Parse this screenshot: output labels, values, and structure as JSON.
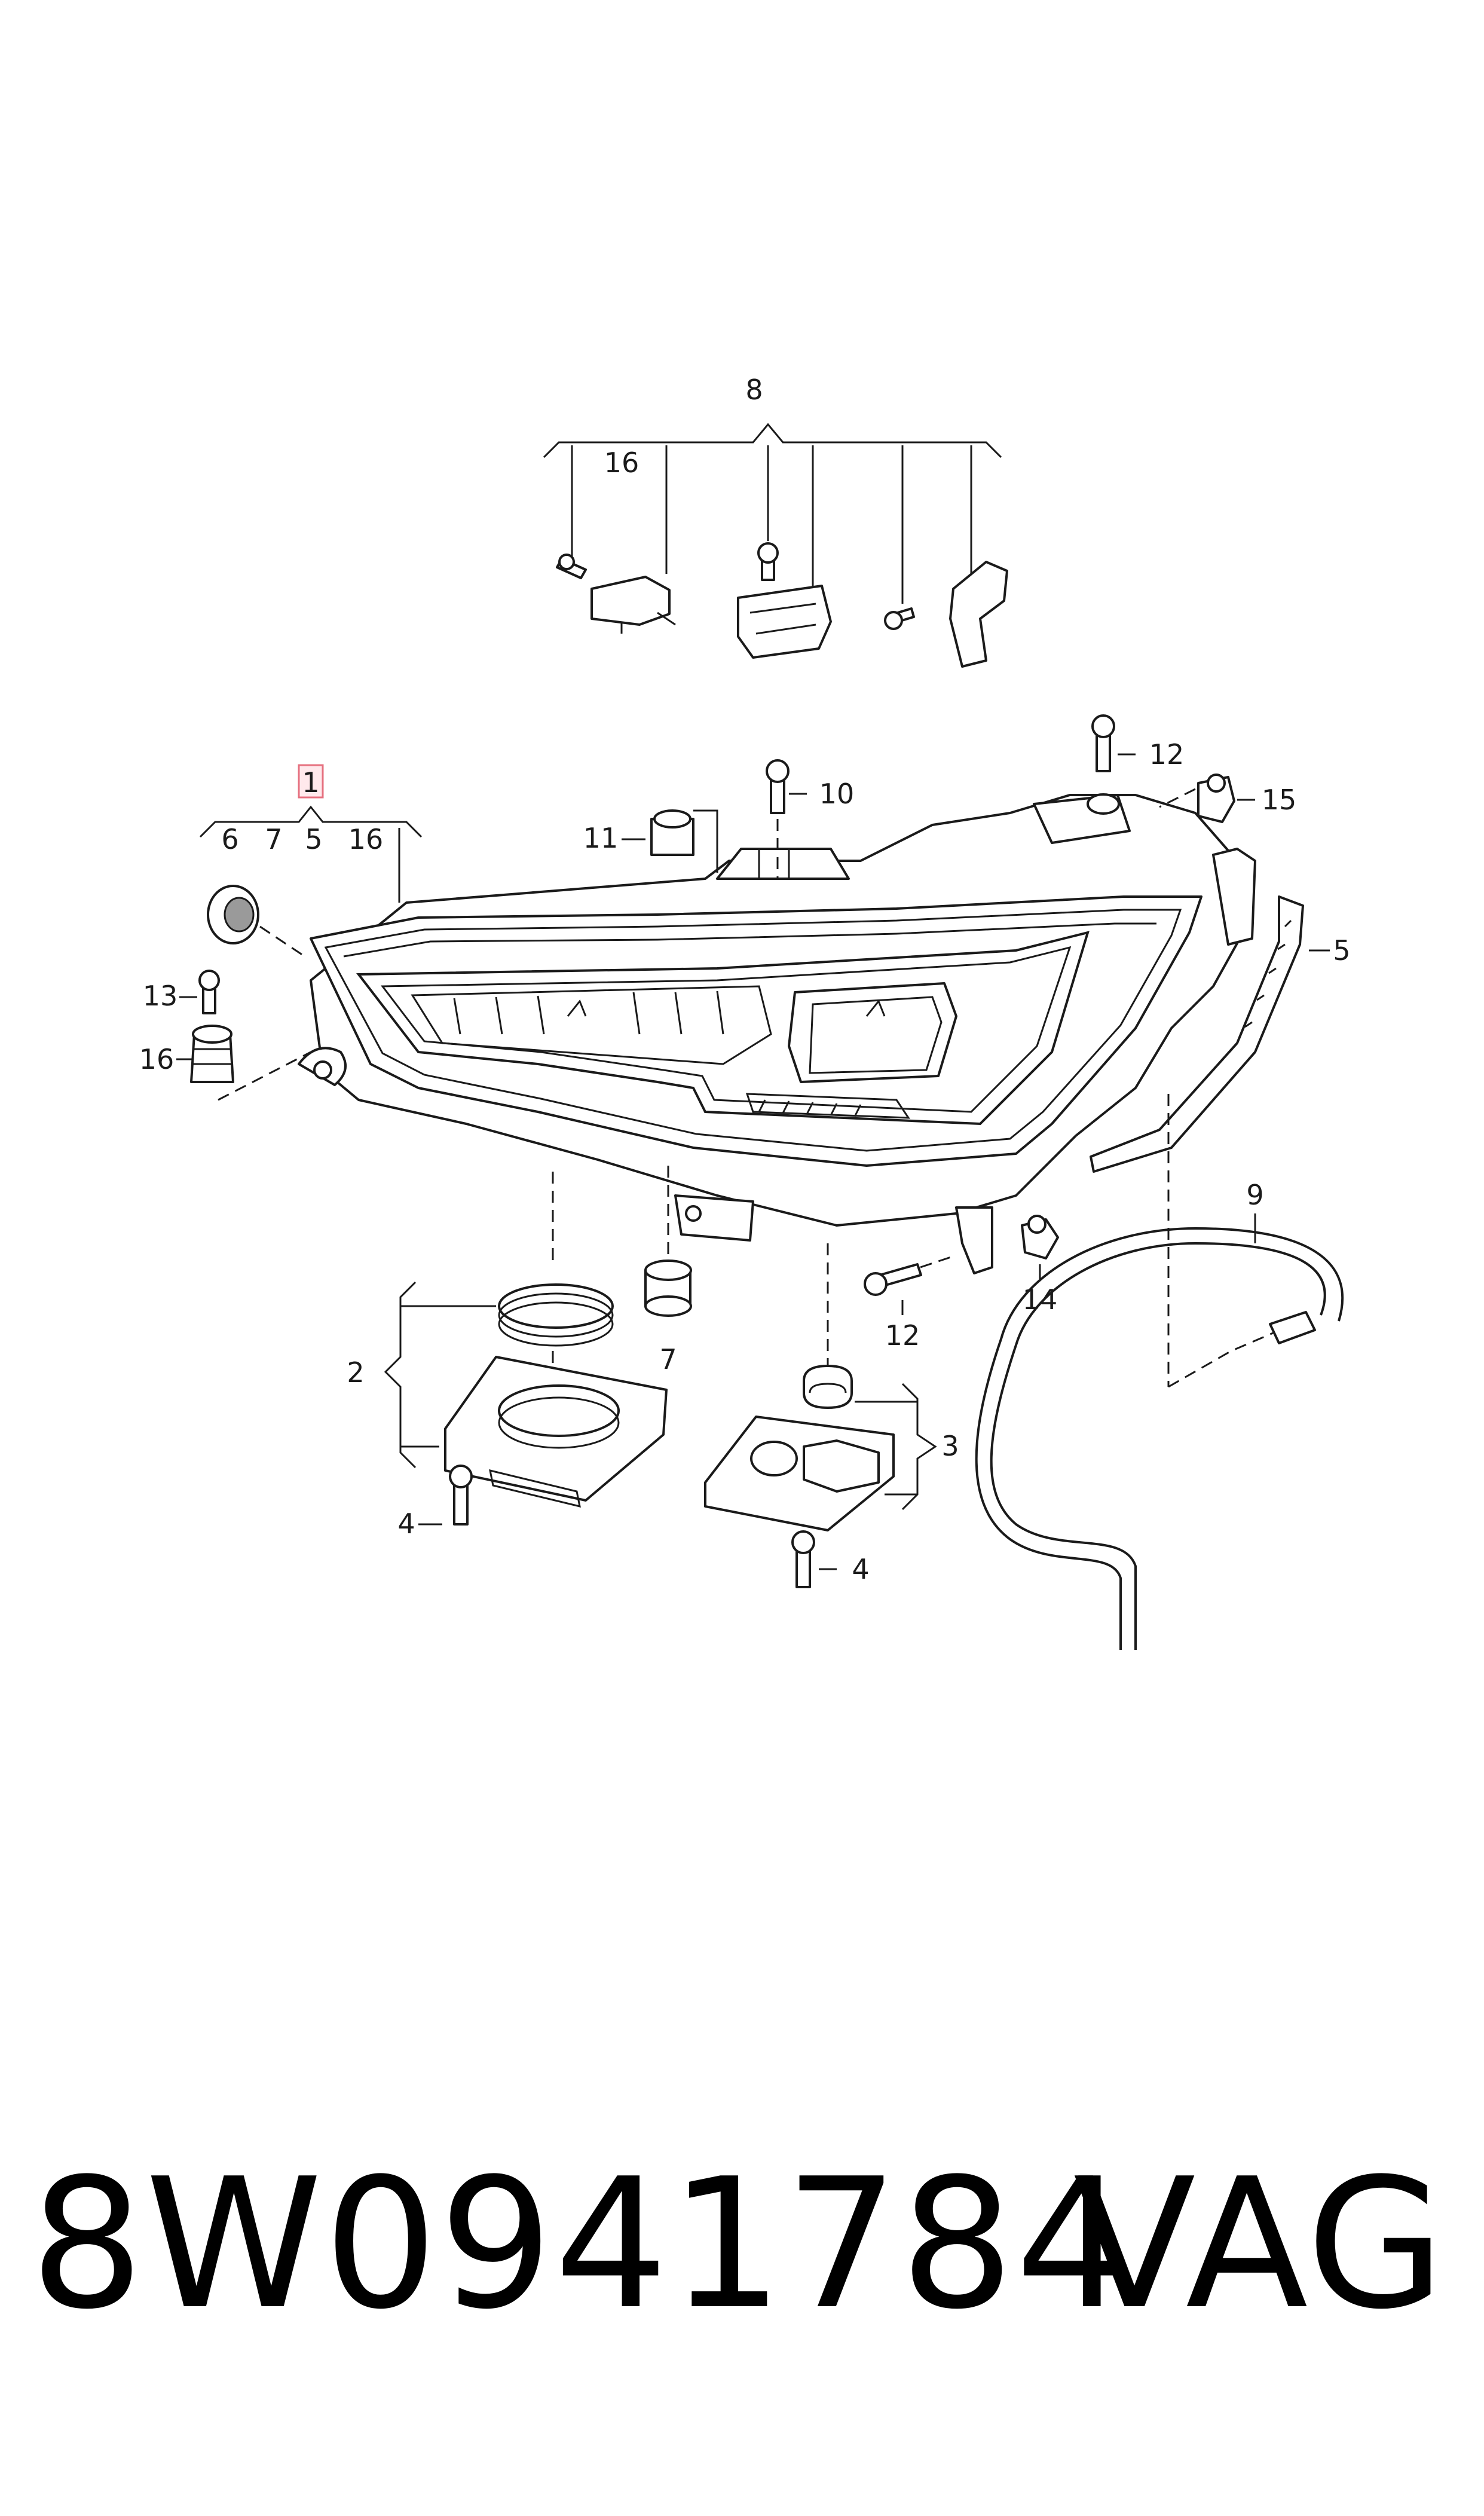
{
  "footer": {
    "part_number": "8W0941784",
    "brand": "VAG"
  },
  "callouts": {
    "c1": "1",
    "c1_6": "6",
    "c1_7": "7",
    "c1_5": "5",
    "c1_16": "16",
    "c2": "2",
    "c3": "3",
    "c4a": "4",
    "c4b": "4",
    "c5": "5",
    "c7": "7",
    "c8": "8",
    "c8_16": "16",
    "c9": "9",
    "c10": "10",
    "c11": "11",
    "c12a": "12",
    "c12b": "12",
    "c13": "13",
    "c14": "14",
    "c15": "15",
    "c16": "16"
  },
  "colors": {
    "line": "#1a1a1a",
    "highlight_fill": "#ffe9ec",
    "highlight_stroke": "#e6707f"
  }
}
